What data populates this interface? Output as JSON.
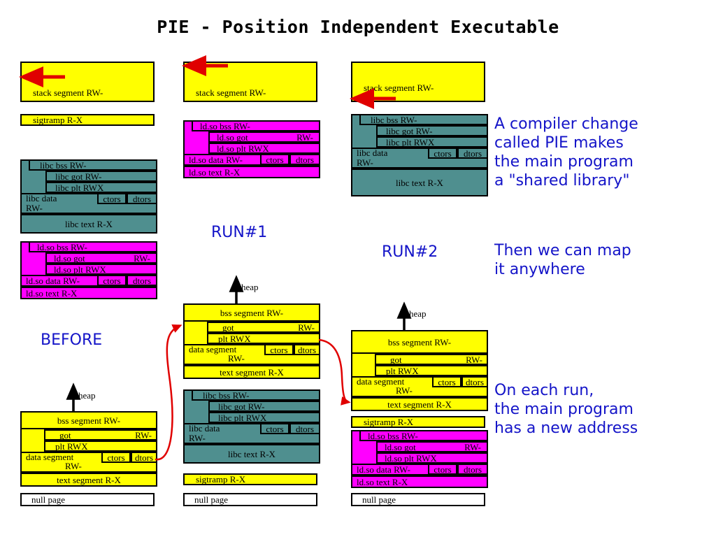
{
  "title": "PIE - Position Independent Executable",
  "colors": {
    "yellow": "#ffff00",
    "teal": "#4f8f8f",
    "magenta": "#ff00ff",
    "white": "#ffffff",
    "blue_text": "#1414c8",
    "red_arrow": "#e00000",
    "outline": "#000000"
  },
  "column_labels": {
    "before": "BEFORE",
    "run1": "RUN#1",
    "run2": "RUN#2"
  },
  "notes": {
    "note1": "A compiler change\ncalled PIE makes\nthe main program\na \"shared library\"",
    "note2": "Then we can map\nit anywhere",
    "note3": "On each run,\nthe main program\nhas a new address"
  },
  "labels": {
    "heap": "heap",
    "stack_segment": "stack segment RW-",
    "sigtramp": "sigtramp R-X",
    "null_page": "null page",
    "bss_segment": "bss segment RW-",
    "got": "got",
    "got_perm": "RW-",
    "plt": "plt   RWX",
    "ctors": "ctors",
    "dtors": "dtors",
    "data_segment": "data segment",
    "data_segment_perm": "RW-",
    "text_segment": "text segment R-X",
    "libc_bss": "libc bss RW-",
    "libc_got": "libc got    RW-",
    "libc_plt": "libc plt    RWX",
    "libc_data": "libc data",
    "libc_data_perm": "RW-",
    "libc_text": "libc text R-X",
    "ldso_bss": "ld.so bss RW-",
    "ldso_got": "ld.so got",
    "ldso_got_perm": "RW-",
    "ldso_plt": "ld.so plt   RWX",
    "ldso_data": "ld.so data RW-",
    "ldso_text": "ld.so text  R-X"
  },
  "columns": [
    {
      "id": "before",
      "label": "BEFORE",
      "blocks": [
        "stack segment RW-",
        "sigtramp R-X",
        "libc group",
        "ld.so group",
        "main program group",
        "null page"
      ]
    },
    {
      "id": "run1",
      "label": "RUN#1",
      "blocks": [
        "stack segment RW-",
        "ld.so group",
        "main program group",
        "libc group",
        "sigtramp R-X",
        "null page"
      ]
    },
    {
      "id": "run2",
      "label": "RUN#2",
      "blocks": [
        "stack segment RW-",
        "libc group",
        "main program group",
        "sigtramp R-X",
        "ld.so group",
        "null page"
      ]
    }
  ]
}
